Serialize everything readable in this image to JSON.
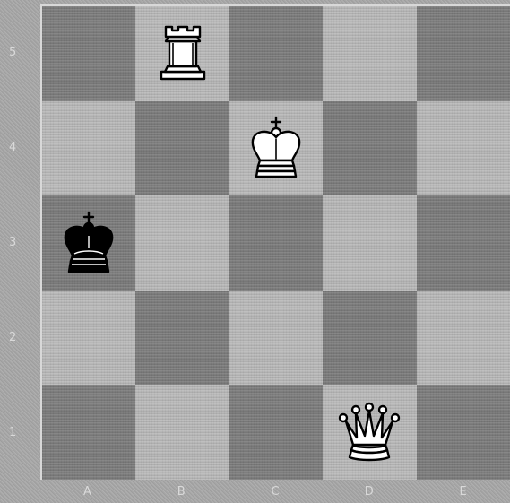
{
  "board": {
    "files": [
      "A",
      "B",
      "C",
      "D",
      "E"
    ],
    "ranks": [
      "5",
      "4",
      "3",
      "2",
      "1"
    ],
    "squares": [
      [
        "",
        "white-rook",
        "",
        "",
        ""
      ],
      [
        "",
        "",
        "white-king",
        "",
        ""
      ],
      [
        "black-king",
        "",
        "",
        "",
        ""
      ],
      [
        "",
        "",
        "",
        "",
        ""
      ],
      [
        "",
        "",
        "",
        "white-queen",
        ""
      ]
    ],
    "pieces": [
      {
        "square": "B5",
        "piece": "white-rook-icon"
      },
      {
        "square": "C4",
        "piece": "white-king-icon"
      },
      {
        "square": "A3",
        "piece": "black-king-icon"
      },
      {
        "square": "D1",
        "piece": "white-queen-icon"
      }
    ],
    "colors": {
      "dark_square": "#7e7e7e",
      "light_square": "#b8b8b8",
      "frame": "#a6a6a6",
      "label": "#d9d9d9"
    }
  }
}
